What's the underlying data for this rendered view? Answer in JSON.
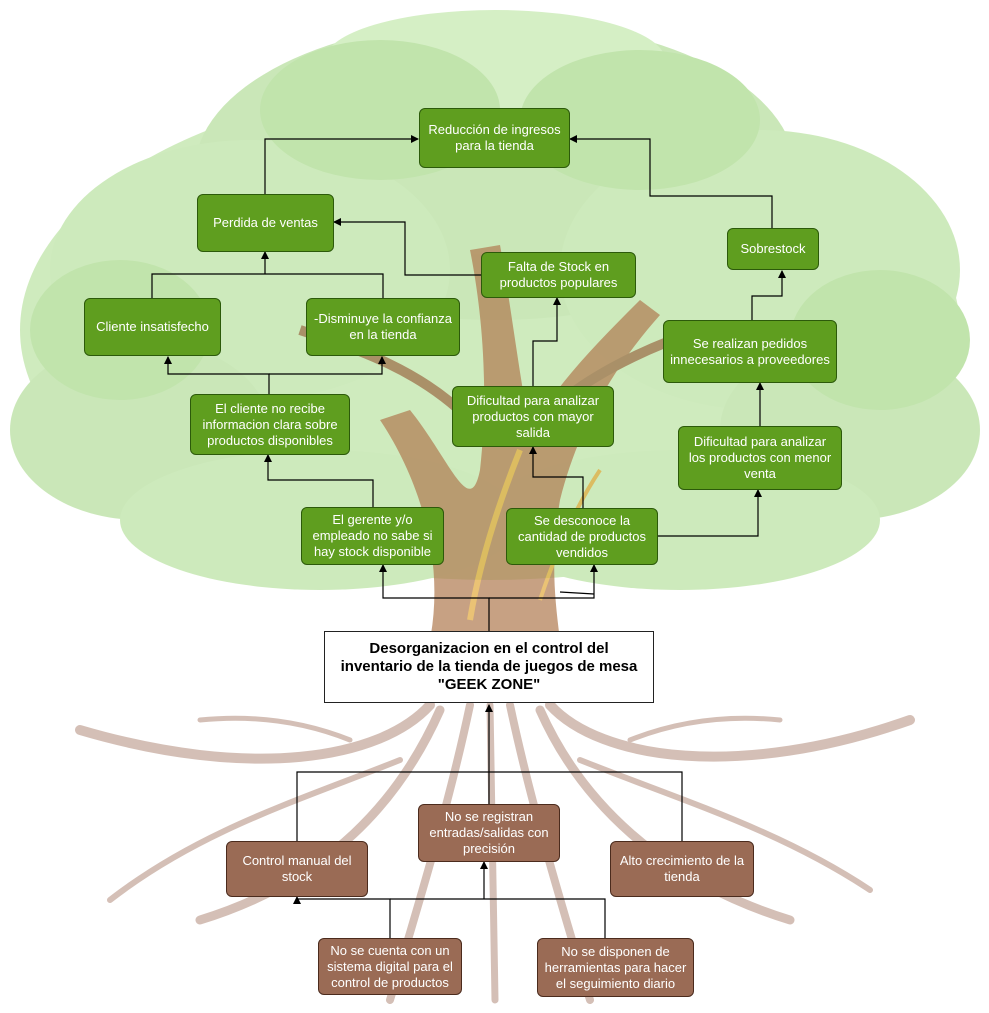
{
  "problem": "Desorganizacion  en el control del inventario de la tienda de juegos de mesa \"GEEK ZONE\"",
  "effects": {
    "reduccion": "Reducción de ingresos para la tienda",
    "perdida": "Perdida de ventas",
    "sobrestock": "Sobrestock",
    "falta_stock": "Falta de Stock en productos populares",
    "cliente_insatisfecho": "Cliente insatisfecho",
    "confianza": "-Disminuye la confianza en la tienda",
    "pedidos": "Se realizan pedidos innecesarios a proveedores",
    "info_clara": "El cliente no recibe informacion clara sobre productos disponibles",
    "dificultad_mayor": "Dificultad para analizar productos con mayor salida",
    "dificultad_menor": "Dificultad para analizar los productos con menor venta",
    "gerente": "El gerente y/o empleado no sabe si hay stock disponible",
    "desconoce": "Se desconoce la cantidad de productos vendidos"
  },
  "causes": {
    "registro": "No se registran entradas/salidas con precisión",
    "control_manual": "Control manual del stock",
    "crecimiento": "Alto crecimiento de la tienda",
    "sistema": "No se cuenta con un sistema digital para el control de productos",
    "herramientas": "No se disponen de herramientas para hacer el seguimiento diario"
  },
  "colors": {
    "effect_box": "#5f9e1f",
    "cause_box": "#9a6b55",
    "foliage": "#8fcf6a",
    "trunk": "#b07a50",
    "roots": "#b28c7c"
  }
}
